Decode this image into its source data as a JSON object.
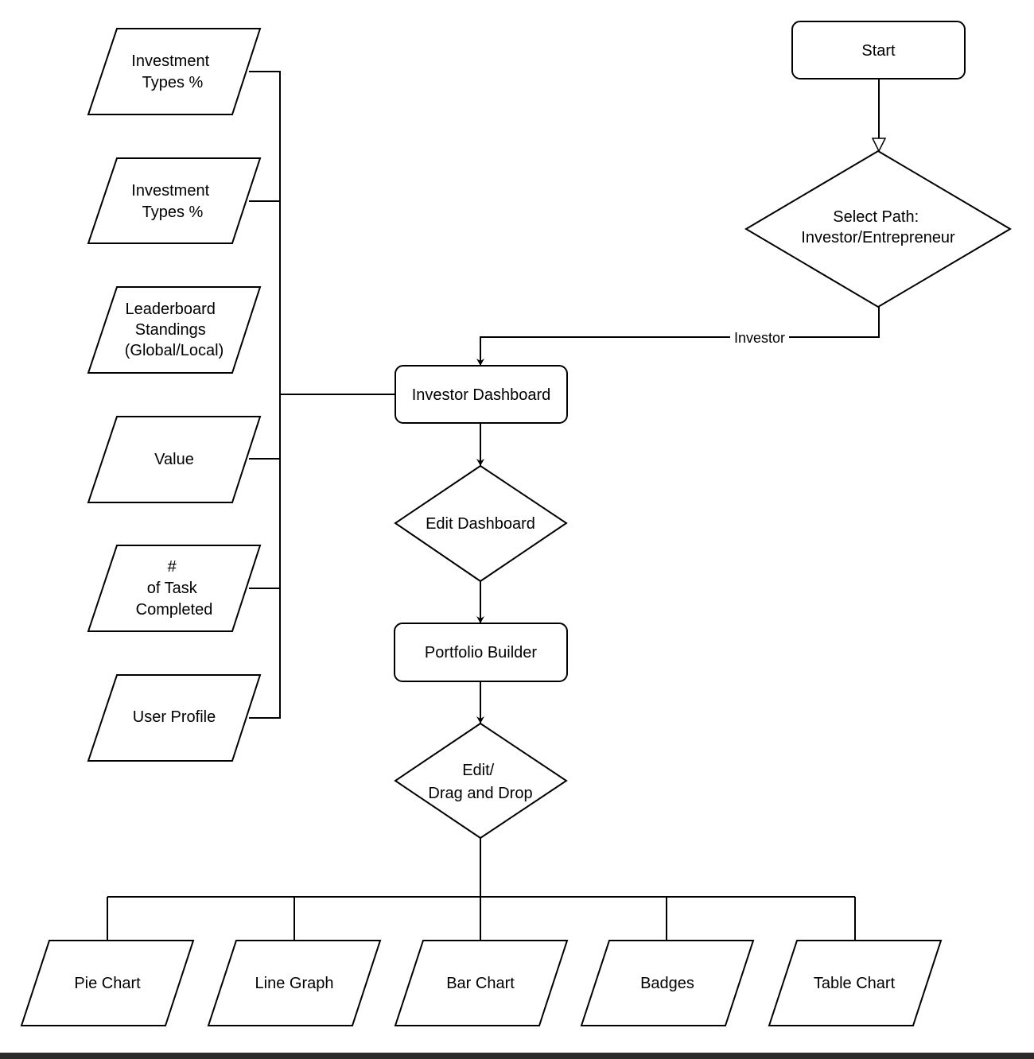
{
  "nodes": {
    "start": "Start",
    "select_path": [
      "Select Path:",
      "Investor/Entrepreneur"
    ],
    "investor_dashboard": "Investor Dashboard",
    "edit_dashboard": "Edit Dashboard",
    "portfolio_builder": "Portfolio Builder",
    "edit_drag_drop": [
      "Edit/",
      "Drag and Drop"
    ],
    "data_inputs": [
      [
        "Investment",
        "Types %"
      ],
      [
        "Investment",
        "Types %"
      ],
      [
        "Leaderboard",
        "Standings",
        "(Global/Local)"
      ],
      [
        "Value"
      ],
      [
        "#",
        "of Task",
        "Completed"
      ],
      [
        "User Profile"
      ]
    ],
    "widgets": [
      "Pie Chart",
      "Line Graph",
      "Bar Chart",
      "Badges",
      "Table Chart"
    ]
  },
  "edge_labels": {
    "investor": "Investor"
  },
  "colors": {
    "stroke": "#000000",
    "fill": "#ffffff",
    "background": "#ffffff",
    "bottom_bar": "#2b2b2b"
  }
}
